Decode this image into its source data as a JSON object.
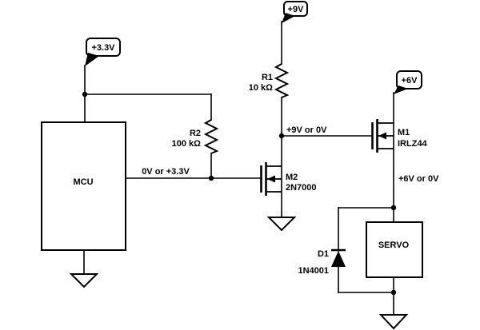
{
  "diagram": {
    "kind": "circuit-schematic",
    "background_color": "#ffffff",
    "stroke_color": "#000000",
    "text_color": "#000000"
  },
  "power_flags": {
    "v33": "+3.3V",
    "v9": "+9V",
    "v6": "+6V"
  },
  "blocks": {
    "mcu": "MCU",
    "servo": "SERVO"
  },
  "components": {
    "r1": {
      "ref": "R1",
      "value": "10 kΩ"
    },
    "r2": {
      "ref": "R2",
      "value": "100 kΩ"
    },
    "m1": {
      "ref": "M1",
      "value": "IRLZ44"
    },
    "m2": {
      "ref": "M2",
      "value": "2N7000"
    },
    "d1": {
      "ref": "D1",
      "value": "1N4001"
    }
  },
  "net_labels": {
    "m2_gate": "0V or +3.3V",
    "m1_gate": "+9V or 0V",
    "servo_rail": "+6V or 0V"
  }
}
